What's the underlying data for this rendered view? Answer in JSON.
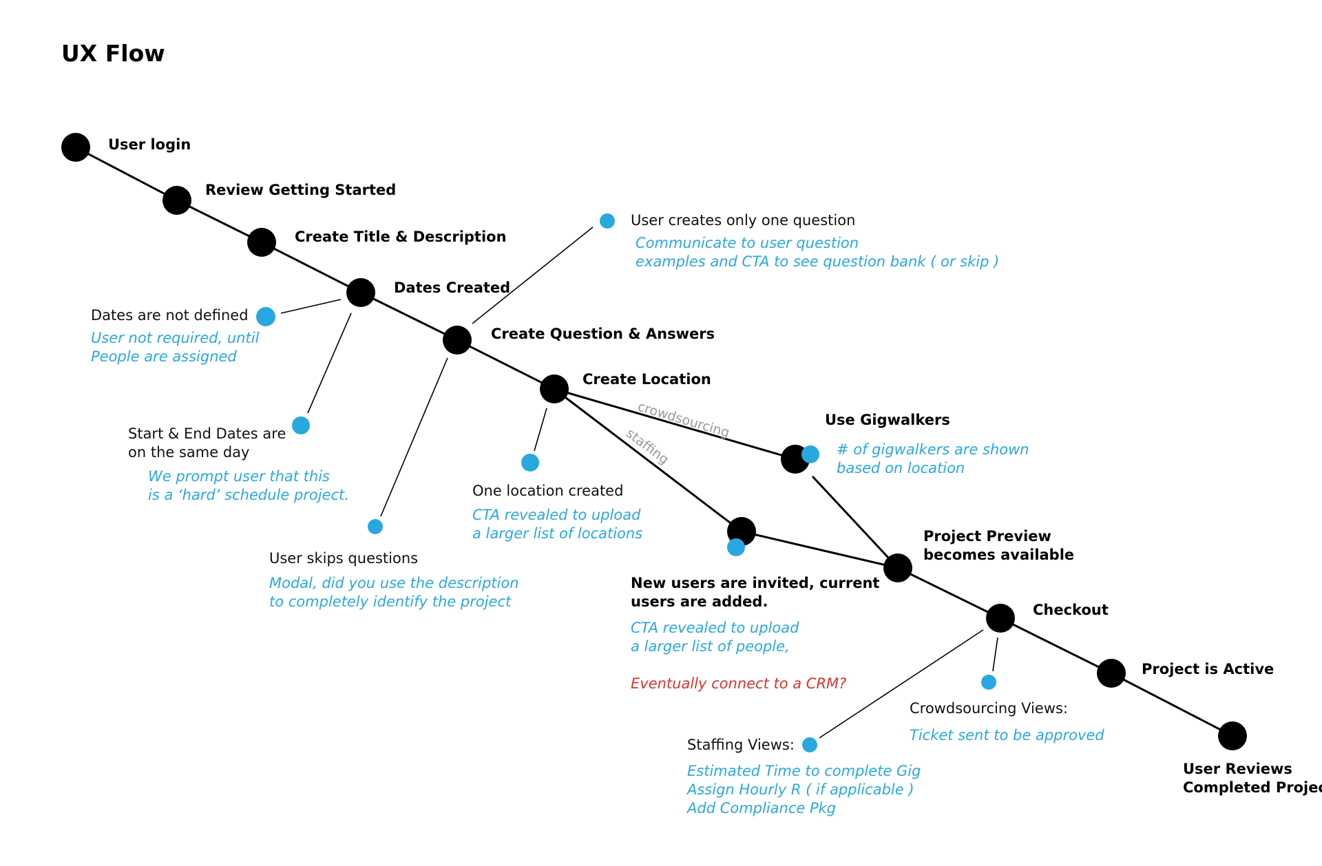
{
  "title": "UX Flow",
  "colors": {
    "main_node": "#000000",
    "branch_node": "#29a8e0",
    "note_blue": "#29a8e0",
    "note_red": "#d9342b",
    "edge": "#000000",
    "edge_tag": "#9a9a9a"
  },
  "steps": {
    "user_login": "User login",
    "review_getting_started": "Review Getting Started",
    "create_title_description": "Create Title & Description",
    "dates_created": "Dates Created",
    "create_question_answers": "Create Question & Answers",
    "create_location": "Create Location",
    "use_gigwalkers": "Use Gigwalkers",
    "project_preview": [
      "Project Preview",
      "becomes available"
    ],
    "checkout": "Checkout",
    "project_active": "Project is Active",
    "user_reviews": [
      "User Reviews",
      "Completed Project"
    ]
  },
  "edge_labels": {
    "crowdsourcing": "crowdsourcing",
    "staffing": "staffing"
  },
  "branches": {
    "one_question": {
      "label": "User creates only one question",
      "note": [
        "Communicate to user question",
        "examples and CTA to see question bank ( or skip )"
      ]
    },
    "dates_not_defined": {
      "label": "Dates are not defined",
      "note": [
        "User not required, until",
        "People are assigned"
      ]
    },
    "same_day": {
      "label": [
        "Start & End Dates are",
        "on the same day"
      ],
      "note": [
        "We prompt user that this",
        "is a ‘hard’ schedule project."
      ]
    },
    "skips_questions": {
      "label": "User skips questions",
      "note": [
        "Modal, did you use the description",
        "to completely identify the project"
      ]
    },
    "one_location": {
      "label": "One location created",
      "note": [
        "CTA revealed to upload",
        "a larger list of locations"
      ]
    },
    "gigwalkers_note": [
      "# of gigwalkers are shown",
      "based on location"
    ],
    "new_users": {
      "label": [
        "New users are invited, current",
        "users are added."
      ],
      "note": [
        "CTA revealed to upload",
        "a larger list of people,"
      ],
      "note_red": "Eventually connect to a CRM?"
    },
    "crowdsourcing_views": {
      "label": "Crowdsourcing Views:",
      "note": "Ticket sent to be approved"
    },
    "staffing_views": {
      "label": "Staffing Views:",
      "note": [
        "Estimated Time to complete Gig",
        "Assign Hourly R ( if applicable )",
        "Add Compliance Pkg"
      ]
    }
  }
}
